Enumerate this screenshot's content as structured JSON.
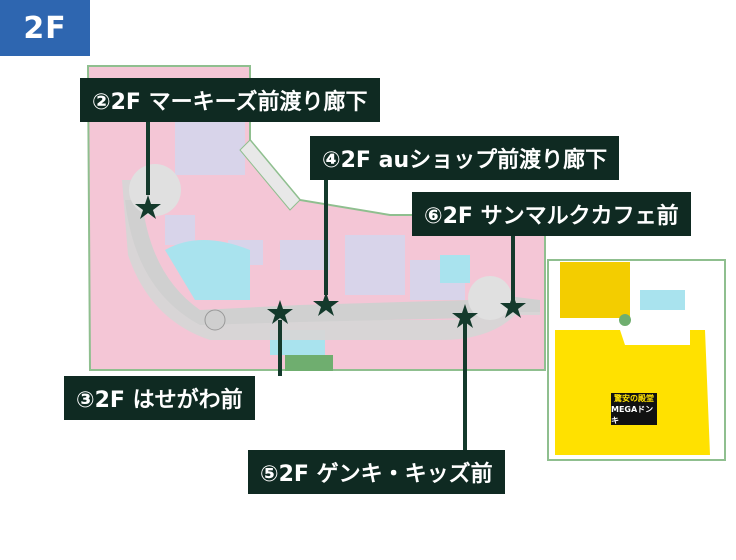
{
  "floor_badge": "2F",
  "store_sign": {
    "line1": "驚安の殿堂",
    "line2": "MEGAドンキ"
  },
  "markers": [
    {
      "label": "②2F マーキーズ前渡り廊下"
    },
    {
      "label": "③2F はせがわ前"
    },
    {
      "label": "④2F auショップ前渡り廊下"
    },
    {
      "label": "⑤2F ゲンキ・キッズ前"
    },
    {
      "label": "⑥2F サンマルクカフェ前"
    }
  ],
  "colors": {
    "badge": "#2e66b0",
    "label_bg": "#0f2a22",
    "shop_pink": "#f4c6d6",
    "shop_lavender": "#d8d4ea",
    "walkway": "#d6d6d6",
    "water": "#a9e3ee",
    "megadonki": "#ffe100",
    "marker": "#143a2c"
  }
}
